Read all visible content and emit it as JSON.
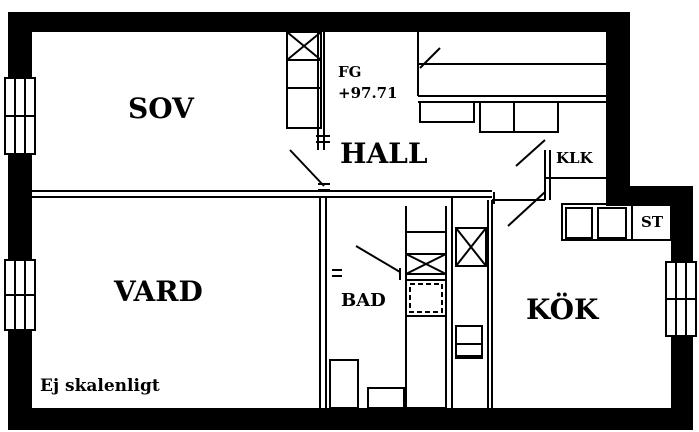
{
  "plan": {
    "rooms": {
      "sov": "SOV",
      "hall": "HALL",
      "vard": "VARD",
      "kok": "KÖK",
      "bad": "BAD",
      "klk": "KLK",
      "st": "ST"
    },
    "fg_label": "FG",
    "fg_value": "+97.71",
    "scale_note": "Ej skalenligt"
  }
}
